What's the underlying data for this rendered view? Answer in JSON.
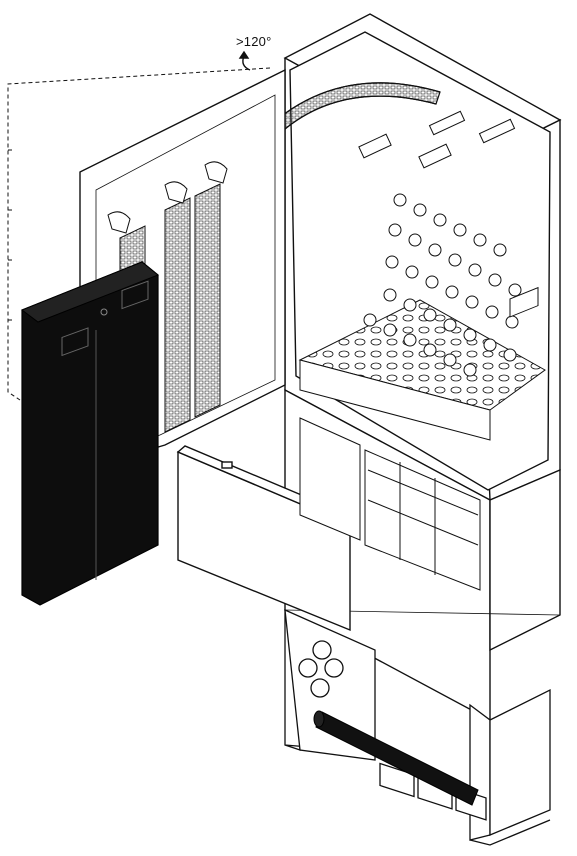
{
  "annotation": {
    "opening_angle": ">120°"
  },
  "colors": {
    "line": "#111111",
    "fill": "#ffffff",
    "dark_cover": "#0d0d0d",
    "hatch": "#888888"
  },
  "components": {
    "cabinet_body": "cabinet-body",
    "open_door": "cabinet-door",
    "removed_cover": "removed-front-cover",
    "lower_panel": "lower-access-panel",
    "cable_chain": "cable-chain",
    "plinth": "base-plinth",
    "earth_bar": "grounding-bar"
  }
}
